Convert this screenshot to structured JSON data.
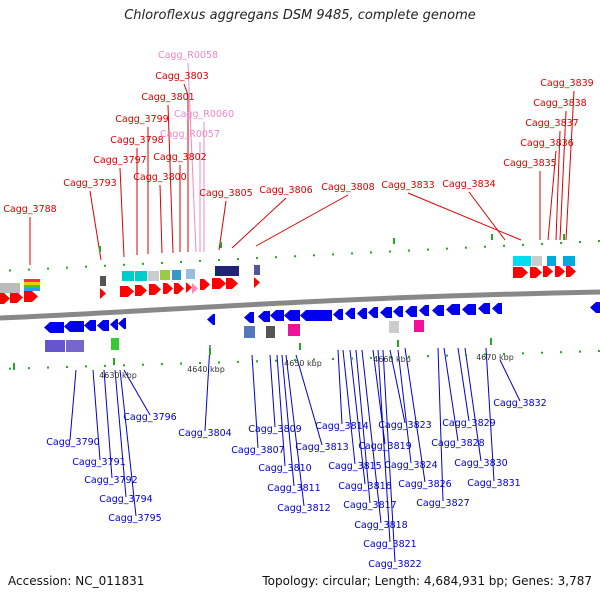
{
  "title": "Chloroflexus aggregans DSM 9485, complete genome",
  "accession": "Accession: NC_011831",
  "topology": "Topology: circular; Length: 4,684,931 bp; Genes: 3,787",
  "colors": {
    "forward_label": "#dd0000",
    "rna_label": "#ee88cc",
    "reverse_label": "#0000cc",
    "forward_gene": "#ff0000",
    "reverse_gene": "#0000ee",
    "rna_gene": "#ff88bb",
    "backbone": "#888888",
    "tick": "#22aa22"
  },
  "kbp_labels": [
    "4630 kbp",
    "4640 kbp",
    "4650 kbp",
    "4660 kbp",
    "4670 kbp"
  ],
  "forward_labels": [
    "Cagg_3788",
    "Cagg_3793",
    "Cagg_3797",
    "Cagg_3798",
    "Cagg_3799",
    "Cagg_3800",
    "Cagg_3801",
    "Cagg_3802",
    "Cagg_3803",
    "Cagg_3805",
    "Cagg_3806",
    "Cagg_3808",
    "Cagg_3833",
    "Cagg_3834",
    "Cagg_3835",
    "Cagg_3836",
    "Cagg_3837",
    "Cagg_3838",
    "Cagg_3839"
  ],
  "rna_labels": [
    "Cagg_R0058",
    "Cagg_R0060",
    "Cagg_R0057"
  ],
  "reverse_labels": [
    "Cagg_3790",
    "Cagg_3791",
    "Cagg_3792",
    "Cagg_3794",
    "Cagg_3795",
    "Cagg_3796",
    "Cagg_3804",
    "Cagg_3807",
    "Cagg_3809",
    "Cagg_3810",
    "Cagg_3811",
    "Cagg_3812",
    "Cagg_3813",
    "Cagg_3814",
    "Cagg_3815",
    "Cagg_3816",
    "Cagg_3817",
    "Cagg_3818",
    "Cagg_3819",
    "Cagg_3821",
    "Cagg_3822",
    "Cagg_3823",
    "Cagg_3824",
    "Cagg_3826",
    "Cagg_3827",
    "Cagg_3828",
    "Cagg_3829",
    "Cagg_3830",
    "Cagg_3831",
    "Cagg_3832"
  ]
}
